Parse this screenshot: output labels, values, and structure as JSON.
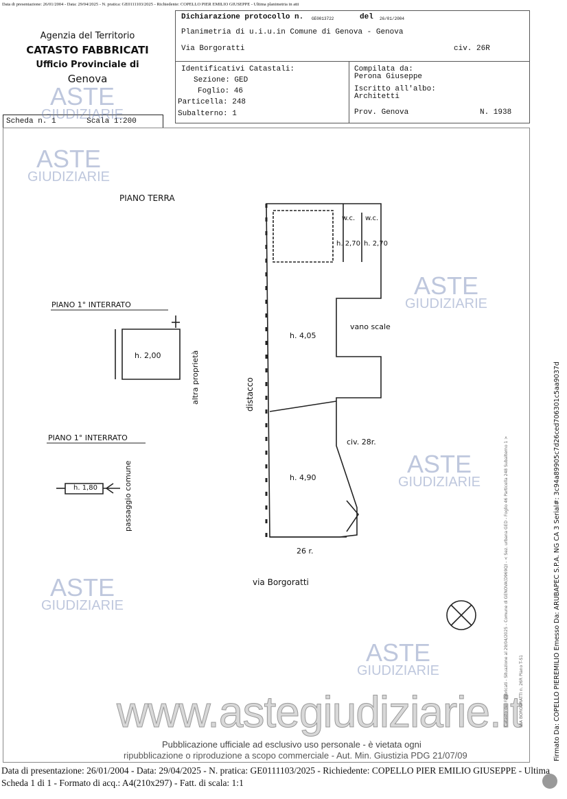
{
  "top_line": "Data di presentazione: 26/01/2004 - Data: 29/04/2025 - N. pratica: GE0111103/2025 - Richiedente: COPELLO PIER EMILIO GIUSEPPE - Ultima planimetria in atti",
  "agency": {
    "line1": "Agenzia del Territorio",
    "line2": "CATASTO FABBRICATI",
    "line3": "Ufficio Provinciale di",
    "line4": "Genova"
  },
  "header": {
    "dichiarazione_label": "Dichiarazione protocollo n.",
    "protocollo": "GE0013722",
    "del_label": "del",
    "del_date": "26/01/2004",
    "planimetria": "Planimetria di u.i.u.in Comune di Genova - Genova",
    "via": "Via Borgoratti",
    "civ": "civ. 26R",
    "identificativi_label": "Identificativi Catastali:",
    "sezione": "Sezione: GED",
    "foglio": "Foglio: 46",
    "particella": "Particella: 248",
    "subalterno": "Subalterno: 1",
    "compilata_label": "Compilata da:",
    "compilata_nome": "Perona Giuseppe",
    "iscritto_label": "Iscritto all'albo:",
    "iscritto_val": "Architetti",
    "prov": "Prov. Genova",
    "numero": "N.  1938"
  },
  "scheda": {
    "label": "Scheda n. 1",
    "scala": "Scala 1:200"
  },
  "plan": {
    "piano_terra": "PIANO  TERRA",
    "piano_int1": "PIANO 1° INTERRATO",
    "piano_int2": "PIANO 1° INTERRATO",
    "wc1": "w.c.",
    "wc2": "w.c.",
    "h270a": "h. 2,70",
    "h270b": "h. 2,70",
    "h405": "h. 4,05",
    "vano_scale": "vano scale",
    "civ28": "civ. 28r.",
    "h490": "h. 4,90",
    "r26": "26 r.",
    "via": "via Borgoratti",
    "distacco": "distacco",
    "h200": "h. 2,00",
    "altra": "altra proprietà",
    "h180": "h. 1,80",
    "passaggio": "passaggio comune"
  },
  "watermark": {
    "aste": "ASTE",
    "giudiziarie": "GIUDIZIARIE",
    "site": "www.astegiudiziarie.it"
  },
  "side": {
    "catasto_line1": "Catasto dei Fabbricati - Situazione al 29/04/2025 - Comune di GENOVA(D969Q) - < Sez. urbana GED - Foglio 46 Particella 248 Subalterno 1 >",
    "catasto_line2": "VIA BORGORATTI n. 26R Piano T-S1",
    "signature": "Firmato Da: COPELLO PIEREMILIO Emesso Da: ARUBAPEC S.P.A. NG CA 3 Serial#: 3c94a89905c7d26ced706301c5aa9037d"
  },
  "footer": {
    "line1": "Data di presentazione: 26/01/2004 - Data: 29/04/2025 - N. pratica: GE0111103/2025 - Richiedente: COPELLO PIER EMILIO GIUSEPPE - Ultima",
    "line2": "Scheda 1 di 1 - Formato di acq.: A4(210x297) - Fatt. di scala: 1:1",
    "pub1": "Pubblicazione ufficiale ad esclusivo uso personale - è vietata ogni",
    "pub2": "ripubblicazione o riproduzione a scopo commerciale - Aut. Min. Giustizia PDG 21/07/09"
  }
}
